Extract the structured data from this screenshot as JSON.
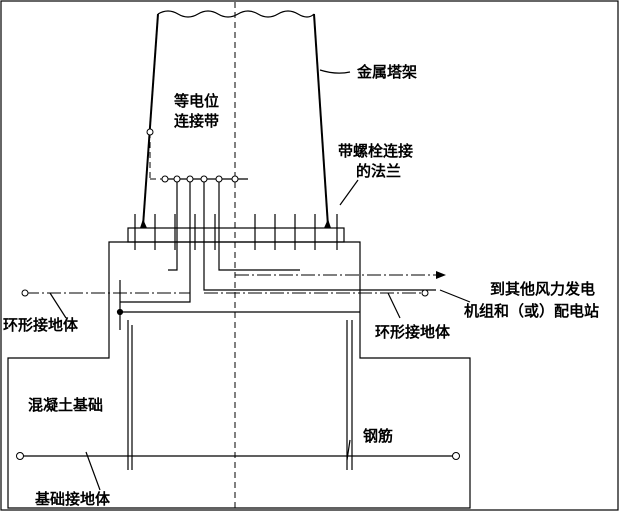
{
  "labels": {
    "metal_tower": "金属塔架",
    "equipotential_line1": "等电位",
    "equipotential_line2": "连接带",
    "flange_line1": "带螺栓连接",
    "flange_line2": "的法兰",
    "to_other_line1": "到其他风力发电",
    "to_other_line2": "机组和（或）配电站",
    "ring_ground_left": "环形接地体",
    "ring_ground_right": "环形接地体",
    "concrete_foundation": "混凝土基础",
    "rebar": "钢筋",
    "foundation_ground": "基础接地体"
  },
  "colors": {
    "line": "#000000",
    "background": "#ffffff"
  }
}
